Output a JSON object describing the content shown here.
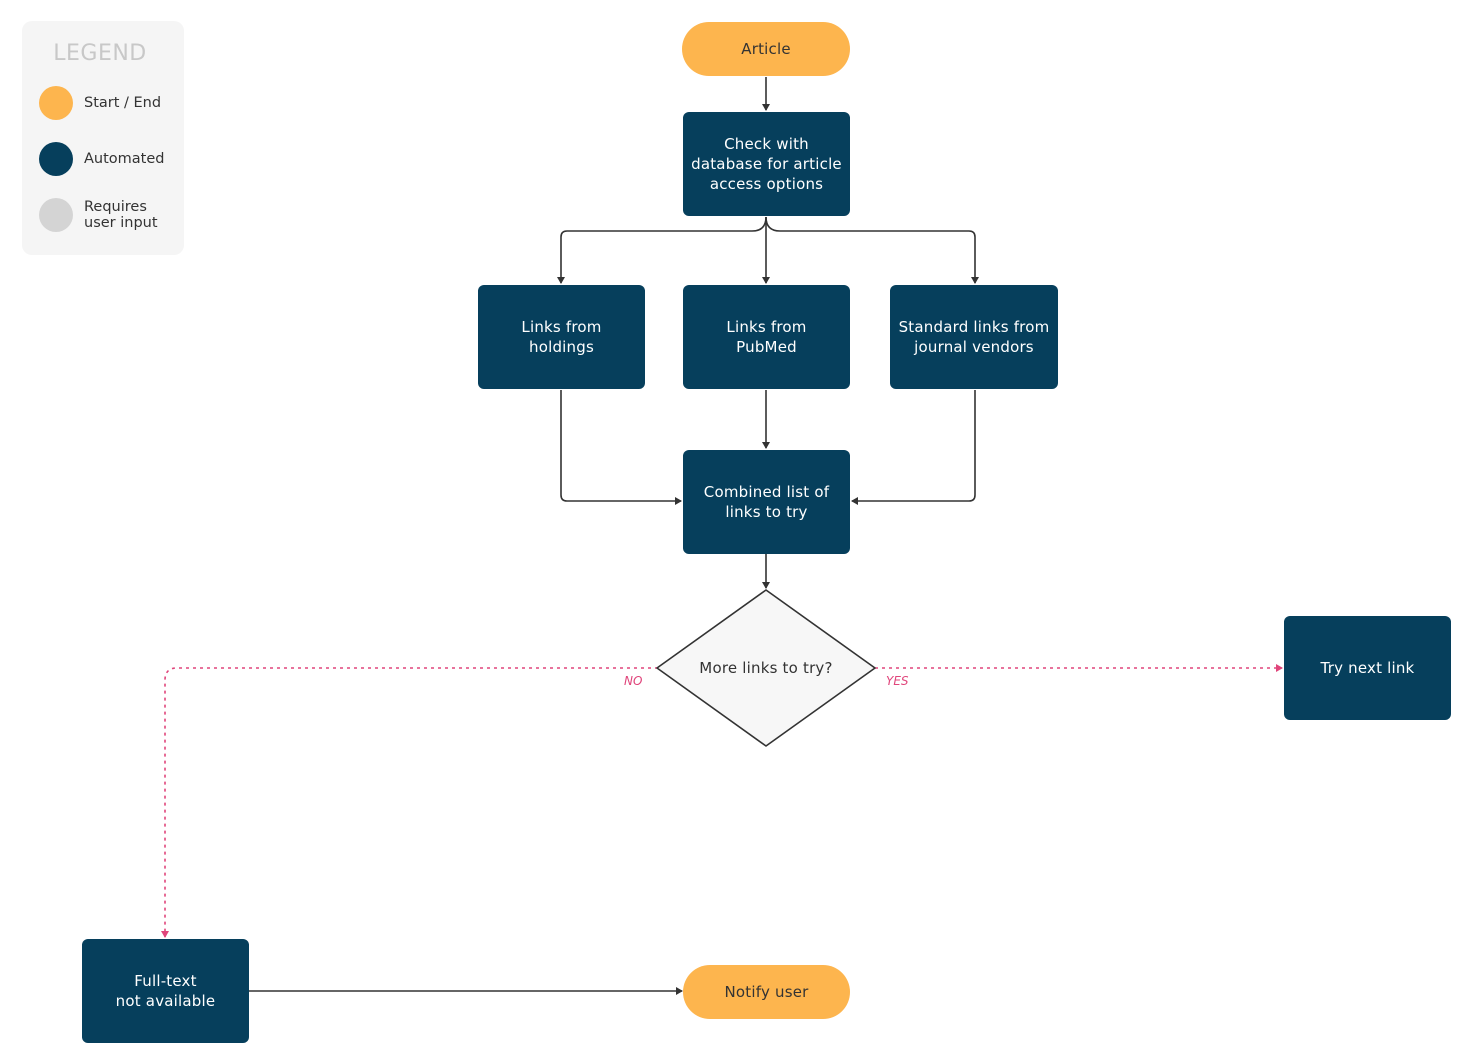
{
  "legend": {
    "title": "LEGEND",
    "items": [
      {
        "label": "Start / End",
        "color": "#fdb54e"
      },
      {
        "label": "Automated",
        "color": "#063f5c"
      },
      {
        "label": "Requires\nuser input",
        "color": "#d4d4d4"
      }
    ]
  },
  "nodes": {
    "article": "Article",
    "check_db": "Check with\ndatabase for article\naccess options",
    "holdings": "Links from\nholdings",
    "pubmed": "Links from\nPubMed",
    "vendors": "Standard links from\njournal vendors",
    "combined": "Combined list of\nlinks to try",
    "decision": "More links to try?",
    "try_next": "Try next link",
    "fulltext_na": "Full-text\nnot available",
    "notify": "Notify user"
  },
  "edge_labels": {
    "no": "NO",
    "yes": "YES"
  },
  "colors": {
    "terminal": "#fdb54e",
    "process": "#063f5c",
    "user_input": "#d4d4d4",
    "connector": "#333333",
    "decision_edge": "#e0457b"
  }
}
